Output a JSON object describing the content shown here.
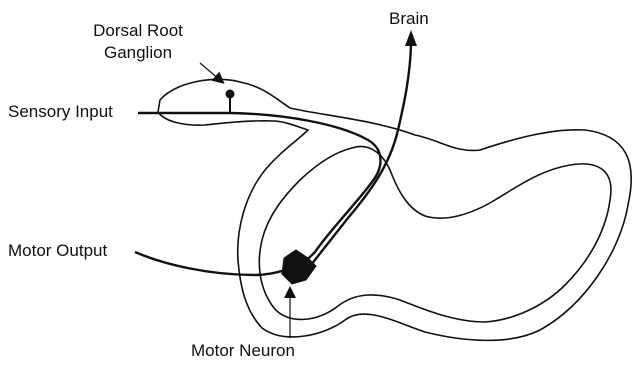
{
  "diagram": {
    "labels": {
      "dorsal_root_line1": "Dorsal Root",
      "dorsal_root_line2": "Ganglion",
      "brain": "Brain",
      "sensory_input": "Sensory Input",
      "motor_output": "Motor Output",
      "motor_neuron": "Motor Neuron"
    },
    "colors": {
      "stroke": "#111111",
      "background": "#ffffff"
    }
  }
}
